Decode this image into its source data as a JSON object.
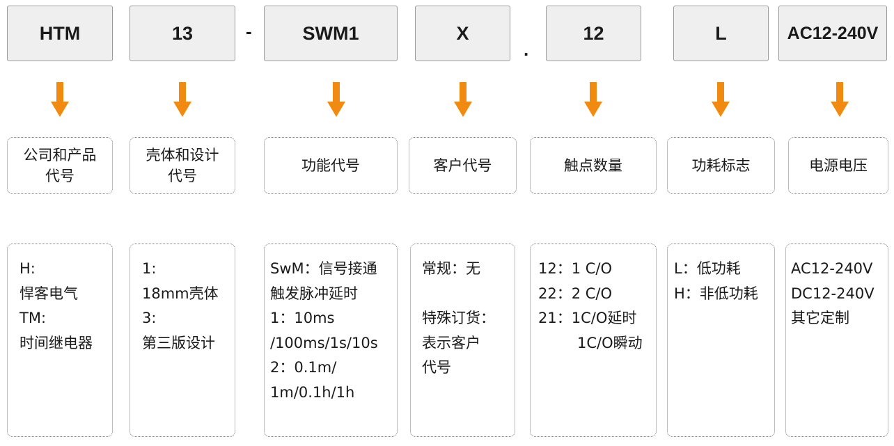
{
  "segments": [
    {
      "code": "HTM",
      "label": [
        "公司和产品",
        "代号"
      ],
      "lines": [
        "H:",
        "悍客电气",
        "TM:",
        "时间继电器"
      ]
    },
    {
      "code": "13",
      "label": [
        "壳体和设计",
        "代号"
      ],
      "lines": [
        "1:",
        "18mm壳体",
        "3:",
        "第三版设计"
      ]
    },
    {
      "code": "SWM1",
      "label": [
        "功能代号"
      ],
      "lines": [
        "SwM：信号接通",
        "触发脉冲延时",
        "1：10ms",
        "/100ms/1s/10s",
        "2：0.1m/",
        "1m/0.1h/1h"
      ]
    },
    {
      "code": "X",
      "label": [
        "客户代号"
      ],
      "lines": [
        "常规：无",
        "",
        "特殊订货：",
        "表示客户",
        "代号"
      ]
    },
    {
      "code": "12",
      "label": [
        "触点数量"
      ],
      "lines": [
        "12：1 C/O",
        "22：2 C/O",
        "21：1C/O延时",
        "1C/O瞬动"
      ]
    },
    {
      "code": "L",
      "label": [
        "功耗标志"
      ],
      "lines": [
        "L：低功耗",
        "H：非低功耗"
      ]
    },
    {
      "code": "AC12-240V",
      "label": [
        "电源电压"
      ],
      "lines": [
        "AC12-240V",
        "DC12-240V",
        "其它定制"
      ]
    }
  ],
  "separators": [
    "-",
    "."
  ],
  "colors": {
    "arrow": "#f08a10",
    "code_bg": "#efefef",
    "border": "#9a9a9a"
  },
  "icons": {
    "arrow": "arrow-down-icon"
  }
}
